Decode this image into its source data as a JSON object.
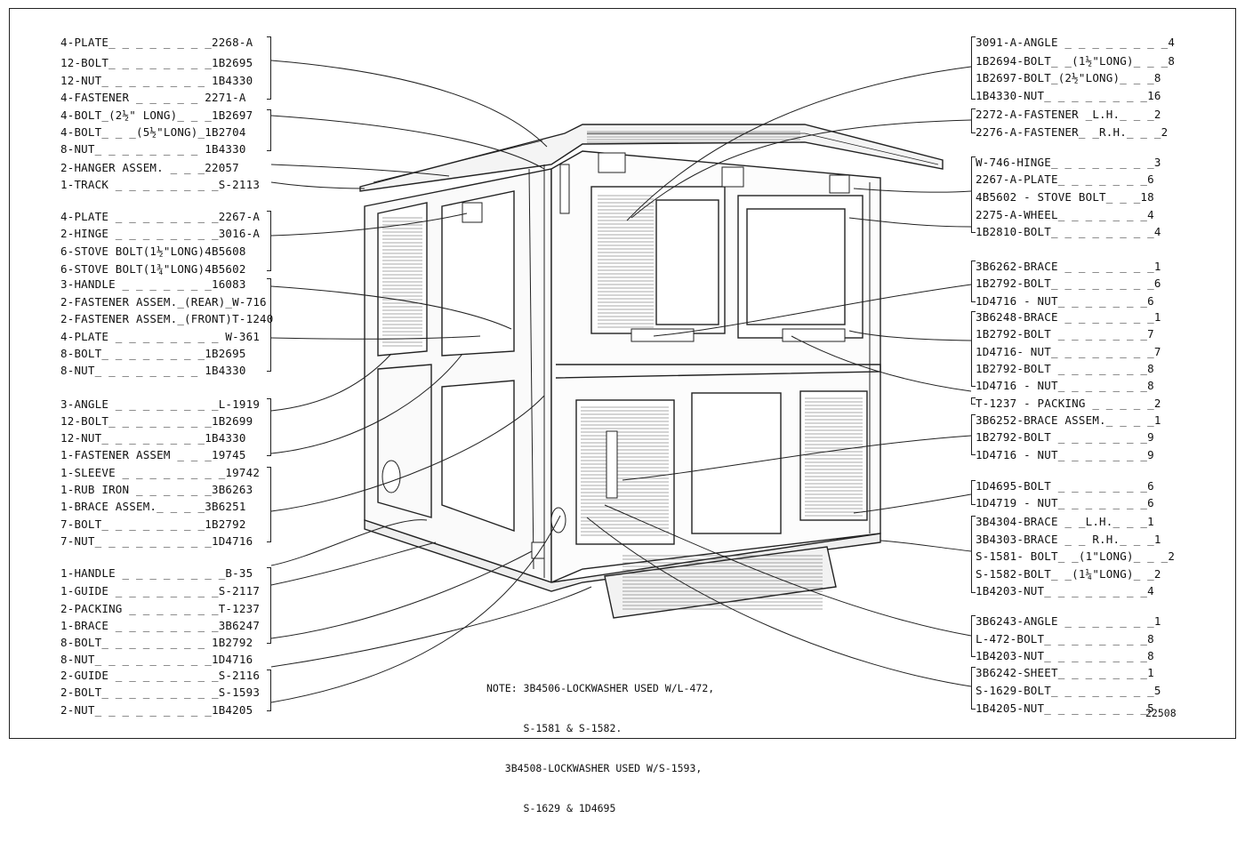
{
  "note": {
    "lines": [
      "NOTE: 3B4506-LOCKWASHER USED W/L-472,",
      "      S-1581 & S-1582.",
      "   3B4508-LOCKWASHER USED W/S-1593,",
      "      S-1629 & 1D4695"
    ]
  },
  "drawing_number": "22508",
  "left_parts": [
    "4-PLATE_ _ _ _ _ _ _ _2268-A",
    "12-BOLT_ _ _ _ _ _ _ _1B2695",
    "12-NUT_ _ _ _ _ _ _ _ 1B4330",
    "4-FASTENER _ _ _ _ _ 2271-A",
    "4-BOLT_(2½\" LONG)_ _ _1B2697",
    "4-BOLT_ _ _(5½\"LONG)_1B2704",
    "8-NUT_ _ _ _ _ _ _ _ 1B4330",
    "2-HANGER ASSEM. _ _ _22057",
    "1-TRACK _ _ _ _ _ _ _ _S-2113",
    "4-PLATE _ _ _ _ _ _ _ _2267-A",
    "2-HINGE _ _ _ _ _ _ _ _3016-A",
    "6-STOVE BOLT(1½\"LONG)4B5608",
    "6-STOVE BOLT(1¾\"LONG)4B5602",
    "3-HANDLE _ _ _ _ _ _ _16083",
    "2-FASTENER ASSEM._(REAR)_W-716",
    "2-FASTENER ASSEM._(FRONT)T-1240",
    "4-PLATE _ _ _ _ _ _ _ _ W-361",
    "8-BOLT_ _ _ _ _ _ _ _1B2695",
    "8-NUT_ _ _ _ _ _ _ _ 1B4330",
    "3-ANGLE _ _ _ _ _ _ _ _L-1919",
    "12-BOLT_ _ _ _ _ _ _ _1B2699",
    "12-NUT_ _ _ _ _ _ _ _1B4330",
    "1-FASTENER ASSEM _ _ _19745",
    "1-SLEEVE _ _ _ _ _ _ _ _19742",
    "1-RUB IRON _ _ _ _ _ _3B6263",
    "1-BRACE ASSEM._ _ _ _3B6251",
    "7-BOLT_ _ _ _ _ _ _ _1B2792",
    "7-NUT_ _ _ _ _ _ _ _ _1D4716",
    "1-HANDLE _ _ _ _ _ _ _ _B-35",
    "1-GUIDE _ _ _ _ _ _ _ _S-2117",
    "2-PACKING _ _ _ _ _ _ _T-1237",
    "1-BRACE _ _ _ _ _ _ _ _3B6247",
    "8-BOLT_ _ _ _ _ _ _ _ 1B2792",
    "8-NUT_ _ _ _ _ _ _ _ _1D4716",
    "2-GUIDE _ _ _ _ _ _ _ _S-2116",
    "2-BOLT_ _ _ _ _ _ _ _ _S-1593",
    "2-NUT_ _ _ _ _ _ _ _ _1B4205"
  ],
  "right_parts": [
    "3091-A-ANGLE _ _ _ _ _ _ _ _4",
    "1B2694-BOLT_ _(1½\"LONG)_ _ _8",
    "1B2697-BOLT_(2½\"LONG)_ _ _8",
    "1B4330-NUT_ _ _ _ _ _ _ _16",
    "2272-A-FASTENER _L.H._ _ _2",
    "2276-A-FASTENER_ _R.H._ _ _2",
    "W-746-HINGE_ _ _ _ _ _ _ _3",
    "2267-A-PLATE_ _ _ _ _ _ _6",
    "4B5602 - STOVE BOLT_ _ _18",
    "2275-A-WHEEL_ _ _ _ _ _ _4",
    "1B2810-BOLT_ _ _ _ _ _ _ _4",
    "3B6262-BRACE _ _ _ _ _ _ _1",
    "1B2792-BOLT_ _ _ _ _ _ _ _6",
    "1D4716 - NUT_ _ _ _ _ _ _6",
    "3B6248-BRACE _ _ _ _ _ _ _1",
    "1B2792-BOLT _ _ _ _ _ _ _7",
    "1D4716- NUT_ _ _ _ _ _ _ _7",
    "1B2792-BOLT _ _ _ _ _ _ _8",
    "1D4716 - NUT_ _ _ _ _ _ _8",
    "T-1237 - PACKING _ _ _ _ _2",
    "3B6252-BRACE ASSEM._ _ _ _1",
    "1B2792-BOLT _ _ _ _ _ _ _9",
    "1D4716 - NUT_ _ _ _ _ _ _9",
    "1D4695-BOLT _ _ _ _ _ _ _6",
    "1D4719 - NUT_ _ _ _ _ _ _6",
    "3B4304-BRACE _ _L.H._ _ _1",
    "3B4303-BRACE _ _ R.H._ _ _1",
    "S-1581- BOLT_ _(1\"LONG)_ _ _2",
    "S-1582-BOLT_ _(1¼\"LONG)_ _2",
    "1B4203-NUT_ _ _ _ _ _ _ _4",
    "3B6243-ANGLE _ _ _ _ _ _ _1",
    "L-472-BOLT_ _ _ _ _ _ _ _8",
    "1B4203-NUT_ _ _ _ _ _ _ _8",
    "3B6242-SHEET_ _ _ _ _ _ _1",
    "S-1629-BOLT_ _ _ _ _ _ _ _5",
    "1B4205-NUT_ _ _ _ _ _ _ _5"
  ]
}
